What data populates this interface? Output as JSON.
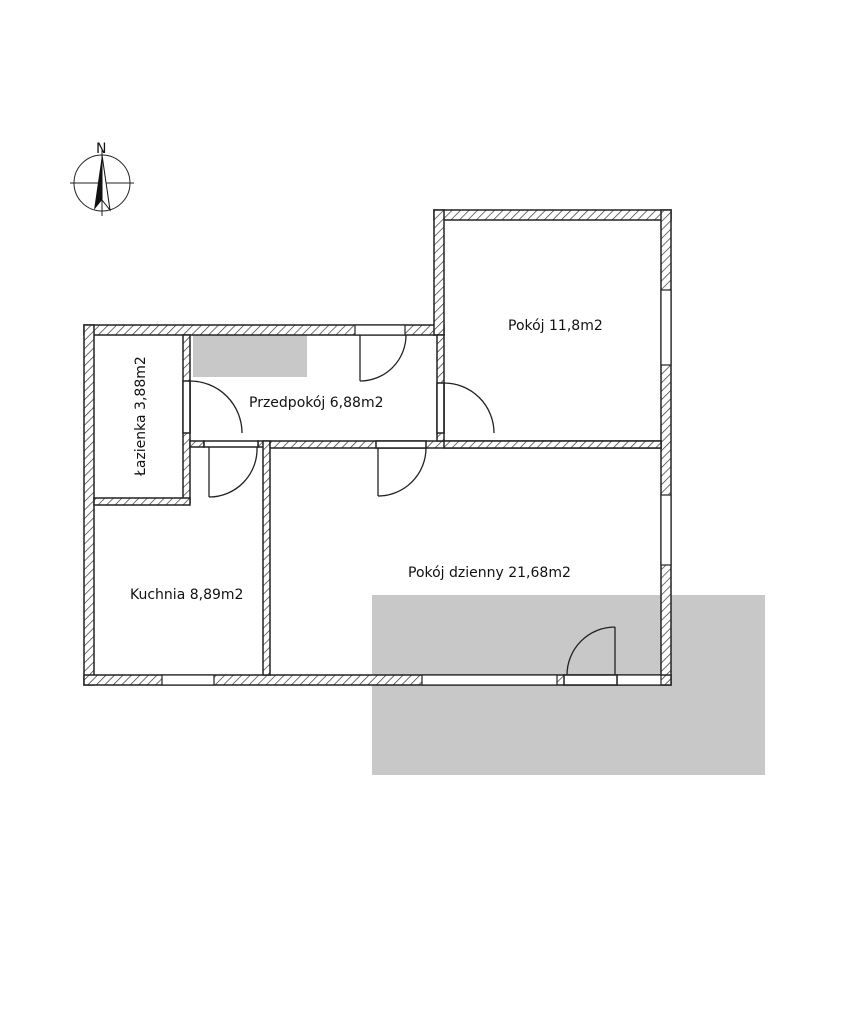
{
  "compass": {
    "north_label": "N",
    "icon": "north-arrow-icon"
  },
  "rooms": {
    "lazienka": "Łazienka 3,88m2",
    "przedpokoj": "Przedpokój 6,88m2",
    "pokoj": "Pokój 11,8m2",
    "kuchnia": "Kuchnia 8,89m2",
    "pokoj_dzienny": "Pokój dzienny 21,68m2"
  },
  "colors": {
    "wall_line": "#222222",
    "terrace_fill": "#c8c8c8",
    "background": "#ffffff"
  }
}
